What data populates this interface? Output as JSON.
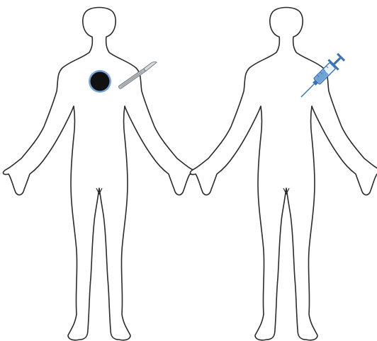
{
  "figures": [
    {
      "id": "left-figure",
      "marker": "implant-disc",
      "tool": "scalpel-icon"
    },
    {
      "id": "right-figure",
      "marker": "none",
      "tool": "syringe-icon"
    }
  ],
  "colors": {
    "outline": "#2b2b2b",
    "implant_fill": "#111111",
    "implant_ring": "#7aa4d6",
    "scalpel_metal": "#b8bcc2",
    "scalpel_edge": "#6e7378",
    "syringe_blue": "#3b73b0",
    "syringe_barrel": "#e9f1fa",
    "syringe_liquid": "#6fa3d8"
  }
}
